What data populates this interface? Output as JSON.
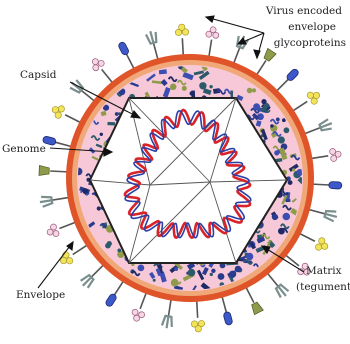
{
  "diagram": {
    "labels": {
      "glycoproteins": [
        "Virus encoded",
        "envelope",
        "glycoproteins"
      ],
      "capsid": "Capsid",
      "genome": "Genome",
      "matrix": [
        "Matrix",
        "(tegument)"
      ],
      "envelope": "Envelope"
    },
    "colors": {
      "envelope_outer": "#e0542a",
      "envelope_inner": "#f0a878",
      "tegument": "#f7c9d8",
      "capsid": "#ffffff",
      "genome_red": "#d8232a",
      "genome_blue": "#2b3fa8",
      "matrix_proteins": "#2a3a8c"
    },
    "spike_icons": [
      "blue-lollipop-icon",
      "gray-trident-icon",
      "yellow-flower-icon",
      "pink-clover-icon",
      "olive-cup-icon"
    ]
  }
}
